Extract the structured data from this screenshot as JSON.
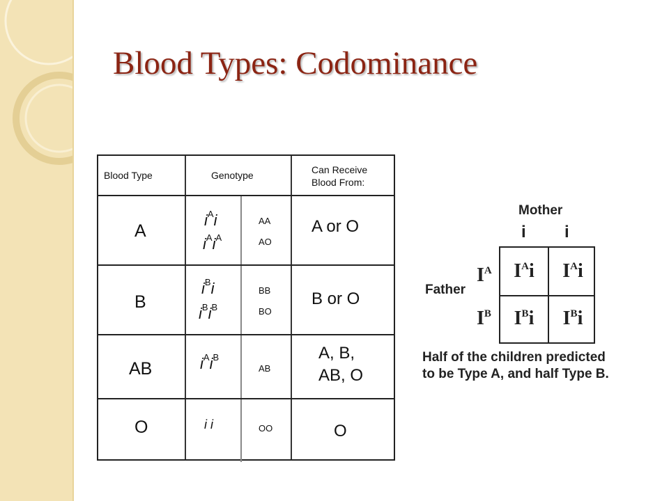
{
  "slide": {
    "title": "Blood Types: Codominance"
  },
  "table": {
    "headers": {
      "blood_type": "Blood  Type",
      "genotype": "Genotype",
      "can_receive_line1": "Can Receive",
      "can_receive_line2": "Blood From:"
    },
    "rows": [
      {
        "blood_type": "A",
        "geno1": {
          "a": "i",
          "a_sup": "A",
          "b": "i",
          "b_sup": ""
        },
        "geno2": {
          "a": "i",
          "a_sup": "A",
          "b": "i",
          "b_sup": "A"
        },
        "code1": "AA",
        "code2": "AO",
        "receive_line1": "A or O",
        "receive_line2": ""
      },
      {
        "blood_type": "B",
        "geno1": {
          "a": "i",
          "a_sup": "B",
          "b": "i",
          "b_sup": ""
        },
        "geno2": {
          "a": "i",
          "a_sup": "B",
          "b": "i",
          "b_sup": "B"
        },
        "code1": "BB",
        "code2": "BO",
        "receive_line1": "B or O",
        "receive_line2": ""
      },
      {
        "blood_type": "AB",
        "geno1": {
          "a": "i",
          "a_sup": "A",
          "b": "i",
          "b_sup": "B"
        },
        "code1": "AB",
        "receive_line1": "A, B,",
        "receive_line2": "AB, O"
      },
      {
        "blood_type": "O",
        "geno1": {
          "a": "i",
          "a_sup": "",
          "b": "i",
          "b_sup": ""
        },
        "code1": "OO",
        "receive_line1": "O",
        "receive_line2": ""
      }
    ]
  },
  "punnett": {
    "mother_label": "Mother",
    "father_label": "Father",
    "mother_alleles": [
      "i",
      "i"
    ],
    "father_alleles": [
      {
        "base": "I",
        "sup": "A"
      },
      {
        "base": "I",
        "sup": "B"
      }
    ],
    "cells": [
      {
        "base": "I",
        "sup": "A",
        "tail": "i"
      },
      {
        "base": "I",
        "sup": "A",
        "tail": "i"
      },
      {
        "base": "I",
        "sup": "B",
        "tail": "i"
      },
      {
        "base": "I",
        "sup": "B",
        "tail": "i"
      }
    ],
    "note": {
      "line1": "Half of the children predicted",
      "line2_pre": "to be ",
      "line2_bold1": "Type A",
      "line2_mid": ", and half ",
      "line2_bold2": "Type B",
      "line2_end": "."
    }
  }
}
